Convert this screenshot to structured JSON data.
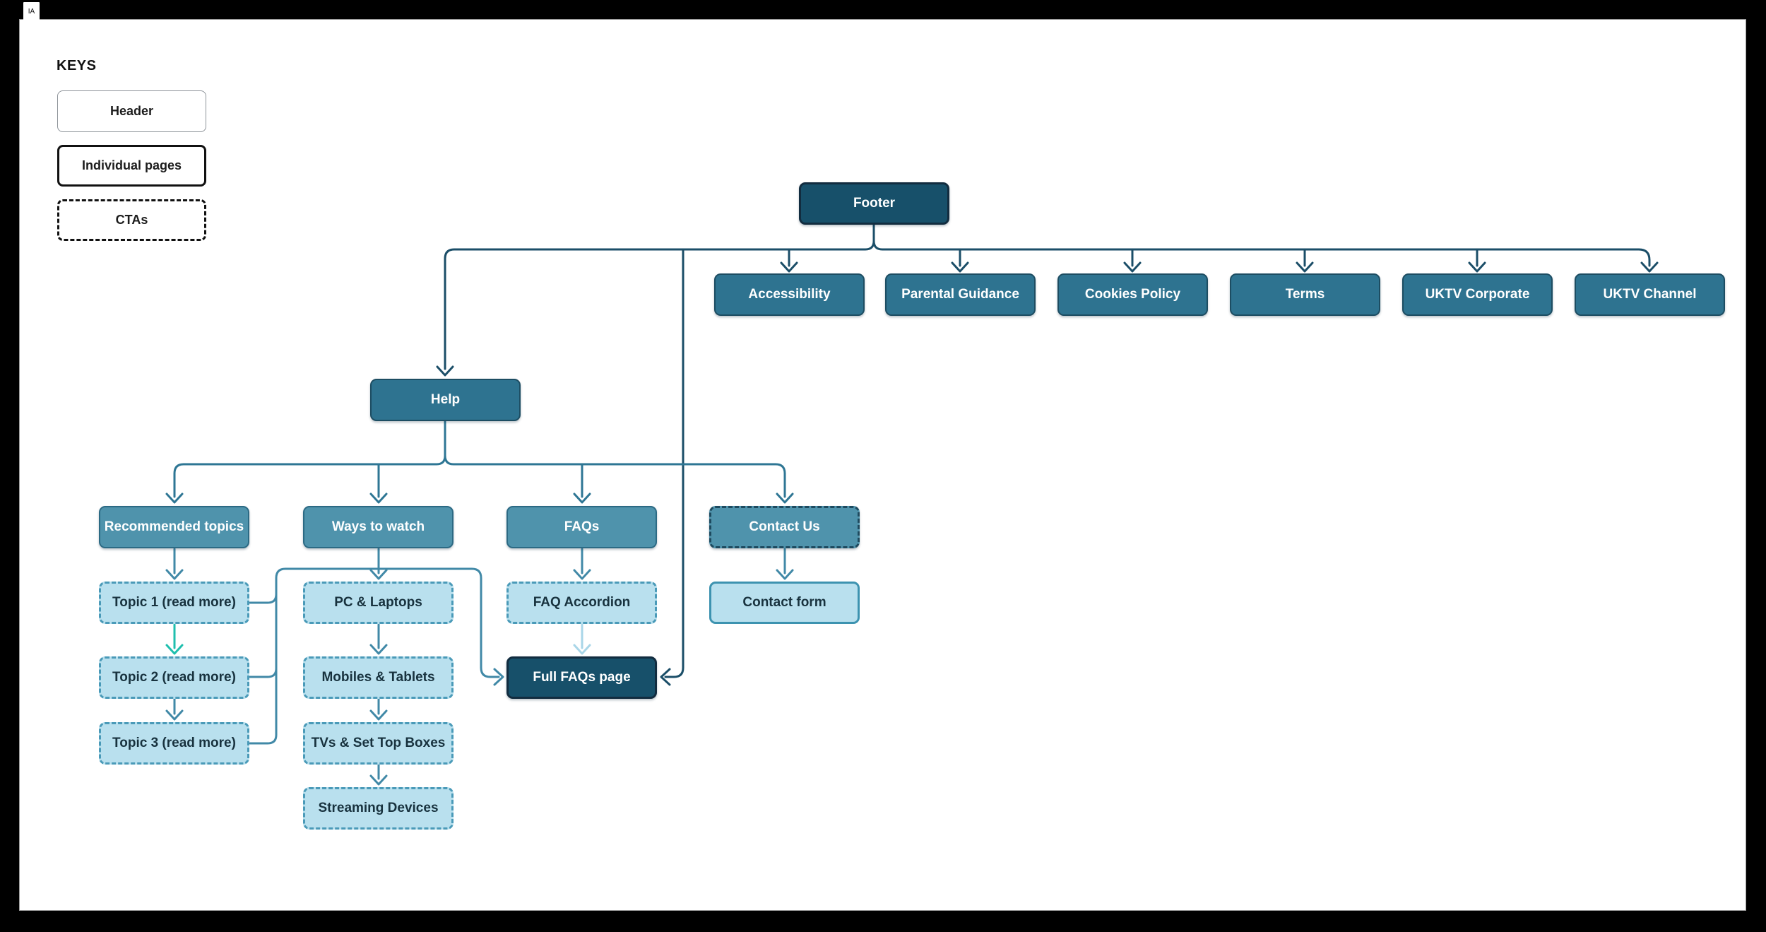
{
  "window": {
    "page_tab": "IA"
  },
  "keys": {
    "title": "KEYS",
    "items": [
      {
        "label": "Header",
        "style": "header"
      },
      {
        "label": "Individual pages",
        "style": "individual-pages"
      },
      {
        "label": "CTAs",
        "style": "ctas"
      }
    ]
  },
  "diagram": {
    "nodes": {
      "footer": "Footer",
      "accessibility": "Accessibility",
      "parental_guidance": "Parental Guidance",
      "cookies_policy": "Cookies Policy",
      "terms": "Terms",
      "uktv_corporate": "UKTV Corporate",
      "uktv_channel": "UKTV Channel",
      "help": "Help",
      "recommended_topics": "Recommended topics",
      "ways_to_watch": "Ways to watch",
      "faqs": "FAQs",
      "contact_us": "Contact Us",
      "topic_1": "Topic 1 (read more)",
      "pc_laptops": "PC & Laptops",
      "faq_accordion": "FAQ Accordion",
      "contact_form": "Contact form",
      "topic_2": "Topic 2 (read more)",
      "mobiles_tablets": "Mobiles & Tablets",
      "full_faqs_page": "Full FAQs page",
      "topic_3": "Topic 3 (read more)",
      "tvs_set_top_boxes": "TVs & Set Top Boxes",
      "streaming_devices": "Streaming Devices"
    },
    "colors": {
      "node_dark": "#17506A",
      "node_medium": "#2E7390",
      "node_teal": "#4F93AC",
      "node_pale": "#B9E0EE",
      "connector_dark": "#1B4E68",
      "connector_teal": "#2E7694",
      "connector_light": "#4189A7",
      "connector_green": "#1FBFAE",
      "connector_pale": "#A9D6E8"
    }
  }
}
